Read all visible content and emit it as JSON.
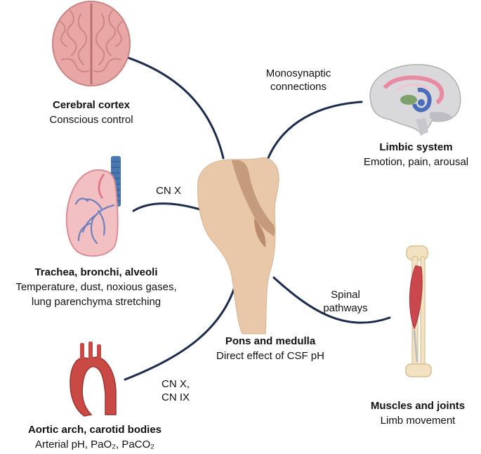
{
  "center": {
    "title": "Pons and medulla",
    "subtitle": "Direct effect of CSF pH"
  },
  "nodes": {
    "cortex": {
      "title": "Cerebral cortex",
      "lines": [
        "Conscious control"
      ]
    },
    "limbic": {
      "title": "Limbic system",
      "lines": [
        "Emotion, pain, arousal"
      ]
    },
    "lungs": {
      "title": "Trachea, bronchi, alveoli",
      "lines": [
        "Temperature, dust, noxious gases,",
        "lung parenchyma stretching"
      ]
    },
    "muscles": {
      "title": "Muscles and joints",
      "lines": [
        "Limb movement"
      ]
    },
    "aorta": {
      "title": "Aortic arch, carotid bodies",
      "lines": [
        "Arterial pH, PaO₂, PaCO₂"
      ]
    }
  },
  "connections": {
    "limbic": [
      "Monosynaptic",
      "connections"
    ],
    "lungs": [
      "CN X"
    ],
    "muscles": [
      "Spinal",
      "pathways"
    ],
    "aorta": [
      "CN X,",
      "CN IX"
    ]
  },
  "colors": {
    "line": "#1d2b4f",
    "brainstem": "#e8c8a8",
    "brainstem_shadow": "#c49b7c",
    "brain": "#e8a6a4",
    "lung": "#f2c0c3",
    "trachea": "#4a78b0",
    "aorta": "#c94a45",
    "bone": "#f2e2c2",
    "muscle": "#c9474d"
  },
  "icons": [
    "cerebrum-icon",
    "sagittal-brain-icon",
    "lung-icon",
    "leg-bones-icon",
    "aortic-arch-icon",
    "brainstem-icon"
  ]
}
